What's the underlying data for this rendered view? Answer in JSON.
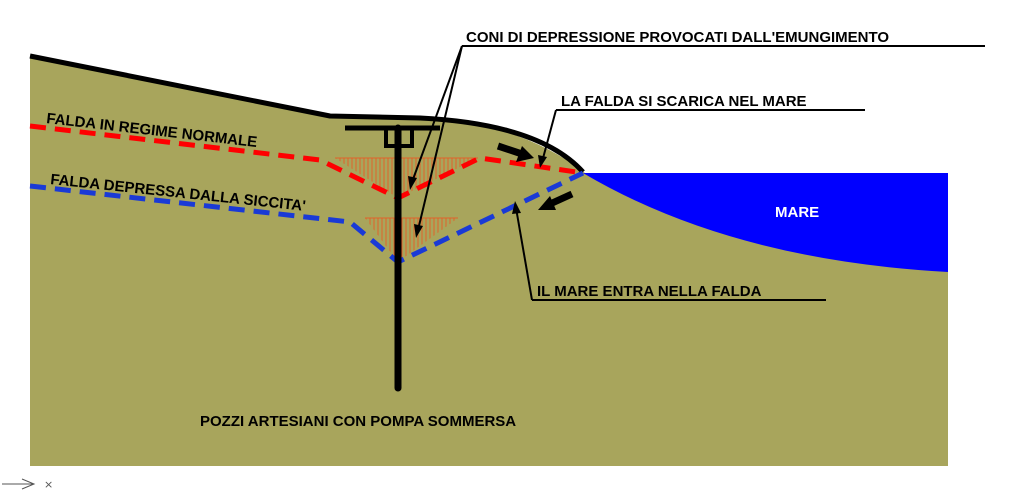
{
  "labels": {
    "coni": "CONI DI DEPRESSIONE PROVOCATI DALL'EMUNGIMENTO",
    "scarica": "LA FALDA SI SCARICA NEL MARE",
    "normale": "FALDA IN REGIME NORMALE",
    "depressa": "FALDA DEPRESSA DALLA SICCITA'",
    "mare": "MARE",
    "entra": "IL MARE ENTRA NELLA FALDA",
    "pozzi": "POZZI ARTESIANI CON POMPA SOMMERSA"
  },
  "colors": {
    "ground": "#a8a55c",
    "sea": "#0000ff",
    "normal_line": "#ff0000",
    "drought_line": "#1a3ad6",
    "cone_hatch": "#e0622a",
    "outline": "#000000"
  },
  "icons": {
    "ucs_marker": "axis-arrow-icon"
  }
}
